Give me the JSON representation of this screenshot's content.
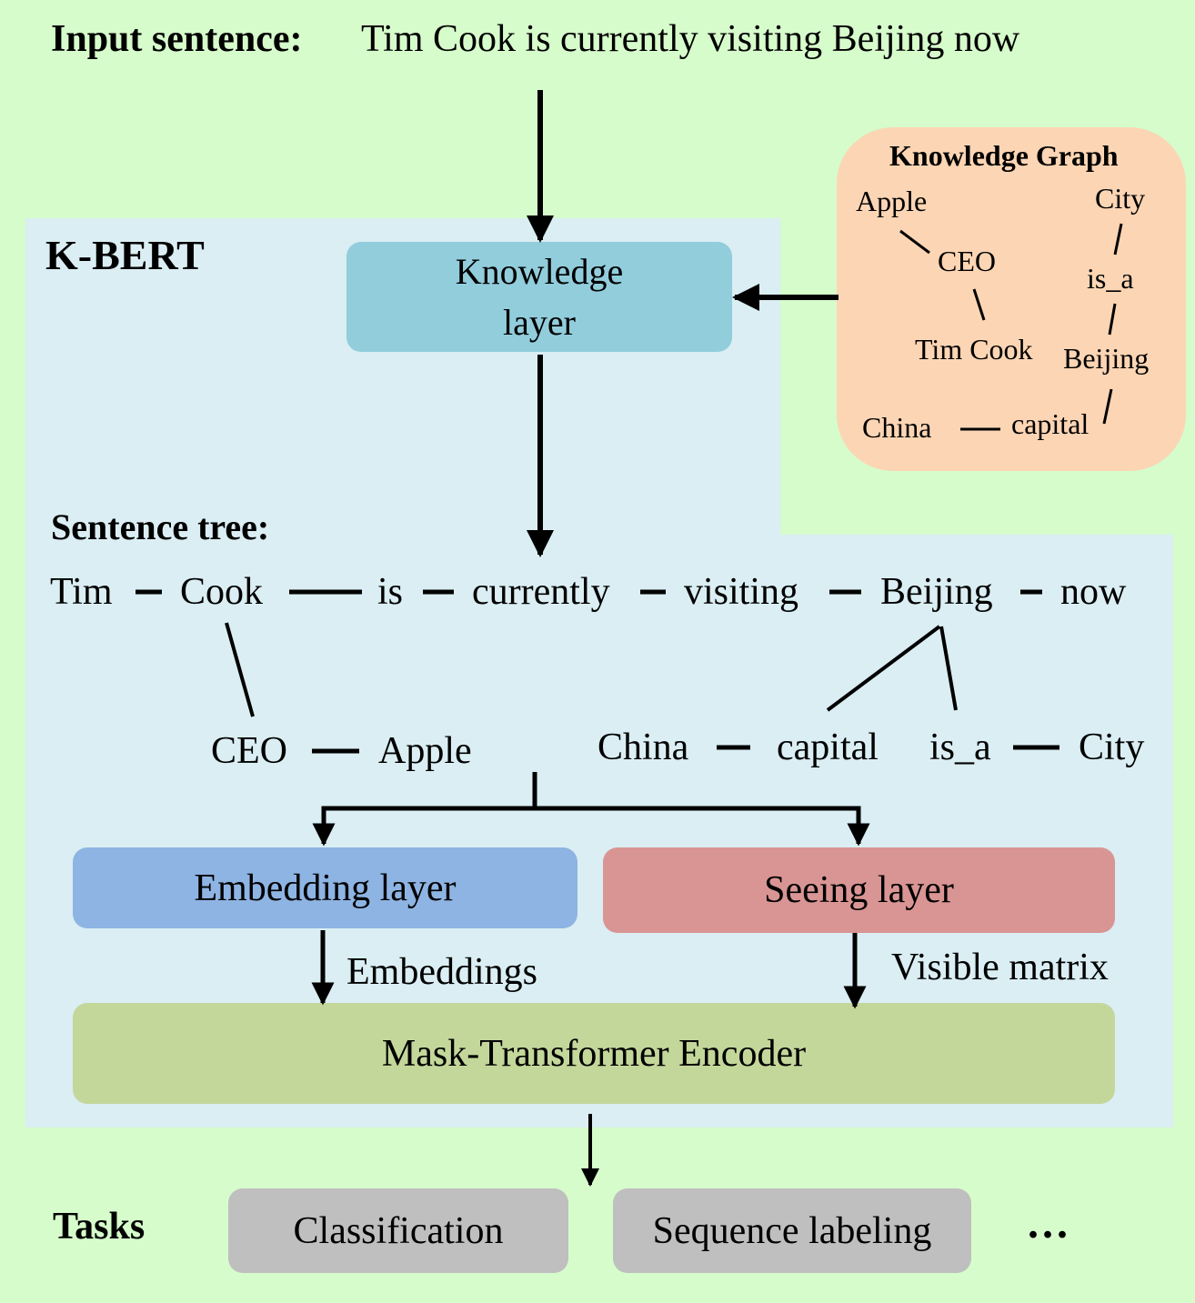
{
  "input": {
    "label": "Input sentence:",
    "sentence": "Tim Cook is currently visiting Beijing now"
  },
  "kbert": {
    "title": "K-BERT"
  },
  "knowledge_layer": {
    "line1": "Knowledge",
    "line2": "layer"
  },
  "knowledge_graph": {
    "title": "Knowledge Graph",
    "nodes": {
      "apple": "Apple",
      "ceo": "CEO",
      "timcook": "Tim Cook",
      "city": "City",
      "is_a": "is_a",
      "beijing": "Beijing",
      "china": "China",
      "capital": "capital"
    }
  },
  "sentence_tree": {
    "title": "Sentence tree:",
    "tokens": [
      "Tim",
      "Cook",
      "is",
      "currently",
      "visiting",
      "Beijing",
      "now"
    ],
    "branches": {
      "ceo": "CEO",
      "apple": "Apple",
      "china": "China",
      "capital": "capital",
      "is_a": "is_a",
      "city": "City"
    }
  },
  "embedding_layer": "Embedding layer",
  "seeing_layer": "Seeing layer",
  "embeddings_label": "Embeddings",
  "visible_matrix_label": "Visible matrix",
  "encoder": "Mask-Transformer Encoder",
  "tasks": {
    "label": "Tasks",
    "items": [
      "Classification",
      "Sequence labeling"
    ],
    "more": "..."
  },
  "colors": {
    "background": "#d6fccb",
    "kbert_panel": "#daeef3",
    "knowledge_layer": "#92cddc",
    "knowledge_graph": "#fcd5b4",
    "embedding_layer": "#8eb4e3",
    "seeing_layer": "#d99594",
    "encoder": "#c4d79b",
    "task": "#bfbfbf"
  }
}
